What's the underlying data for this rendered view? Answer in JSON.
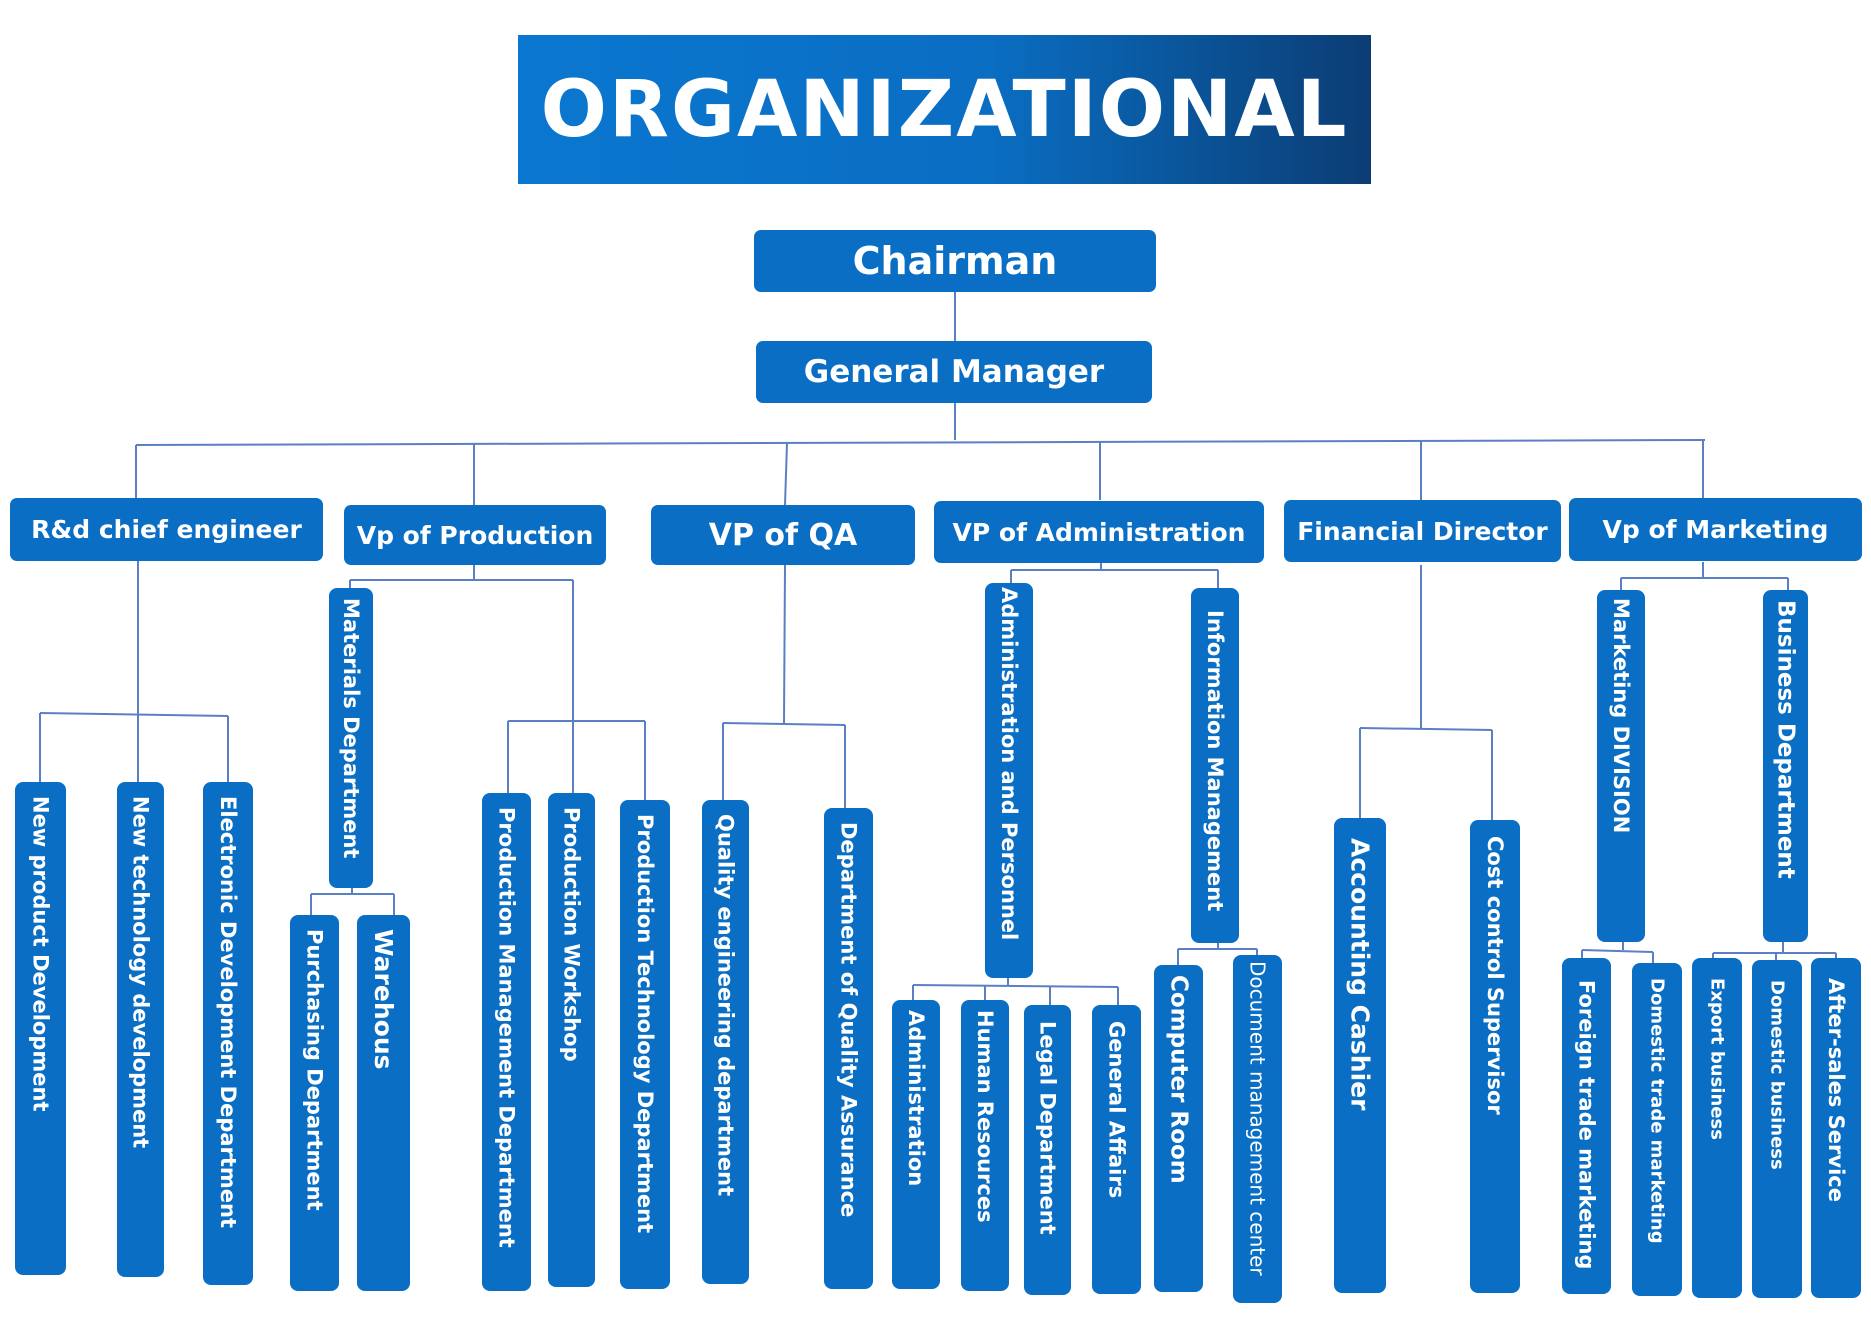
{
  "title": "ORGANIZATIONAL",
  "top": {
    "chairman": "Chairman",
    "general_manager": "General Manager"
  },
  "vps": {
    "rd": "R&d chief engineer",
    "production": "Vp of Production",
    "qa": "VP of QA",
    "administration": "VP of Administration",
    "financial": "Financial Director",
    "marketing": "Vp of Marketing"
  },
  "rd_units": [
    "New product Development",
    "New technology development",
    "Electronic Development Department"
  ],
  "production_units": {
    "materials": "Materials Department",
    "purchasing": "Purchasing Department",
    "warehouse": "Warehous",
    "management": "Production Management Department",
    "workshop": "Production Workshop",
    "technology": "Production Technology Department"
  },
  "qa_units": [
    "Quality engineering department",
    "Department of Quality Assurance"
  ],
  "admin_units": {
    "admin_personnel": "Administration and Personnel",
    "info_management": "Information Management",
    "administration": "Administration",
    "human_resources": "Human Resources",
    "legal": "Legal Department",
    "general_affairs": "General Affairs",
    "computer_room": "Computer Room",
    "document_center": "Document management center"
  },
  "finance_units": [
    "Accounting Cashier",
    "Cost control Supervisor"
  ],
  "marketing_units": {
    "marketing_division": "Marketing DIVISION",
    "business_department": "Business Department",
    "foreign_trade": "Foreign trade marketing",
    "domestic_trade": "Domestic trade marketing",
    "export": "Export business",
    "domestic_business": "Domestic business",
    "after_sales": "After-sales Service"
  },
  "colors": {
    "box": "#0a6fc4",
    "banner_start": "#0a77d0",
    "banner_end": "#0b3d74",
    "connector": "#5b7fc4",
    "text": "#ffffff"
  }
}
